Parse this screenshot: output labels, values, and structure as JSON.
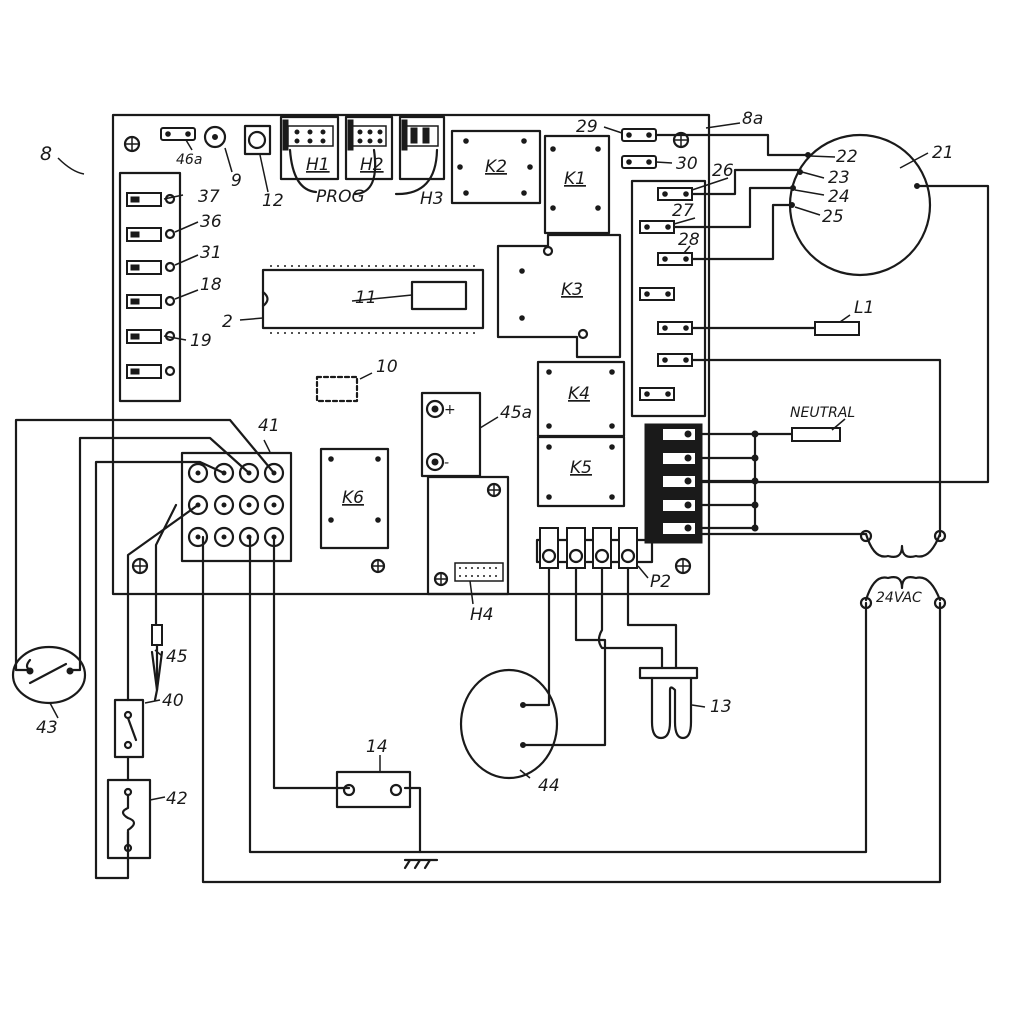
{
  "labels": {
    "fig": "8",
    "board": "8a",
    "relay_k1": "K1",
    "relay_k2": "K2",
    "relay_k3": "K3",
    "relay_k4": "K4",
    "relay_k5": "K5",
    "relay_k6": "K6",
    "header_h1": "H1",
    "header_h2": "H2",
    "header_h3": "H3",
    "header_h4": "H4",
    "prog": "PROG",
    "n46a": "46a",
    "n9": "9",
    "n12": "12",
    "n37": "37",
    "n36": "36",
    "n31": "31",
    "n18": "18",
    "n2": "2",
    "n11": "11",
    "n19": "19",
    "n10": "10",
    "n29": "29",
    "n30": "30",
    "n26": "26",
    "n27": "27",
    "n28": "28",
    "n21": "21",
    "n22": "22",
    "n23": "23",
    "n24": "24",
    "n25": "25",
    "l1": "L1",
    "neutral": "NEUTRAL",
    "n45a": "45a",
    "n41": "41",
    "p2": "P2",
    "vac": "24VAC",
    "n45": "45",
    "n40": "40",
    "n43": "43",
    "n42": "42",
    "n14": "14",
    "n44": "44",
    "n13": "13"
  }
}
